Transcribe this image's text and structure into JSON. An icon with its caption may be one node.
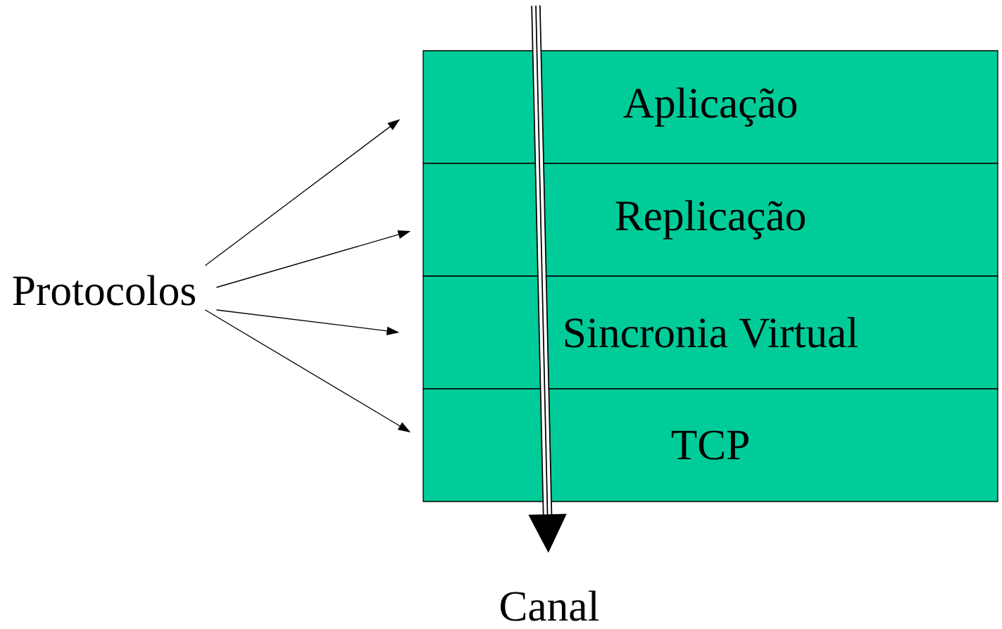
{
  "diagram": {
    "nodes": [
      {
        "text": [
          "Protocolos"
        ]
      },
      {
        "text": [
          "Aplicação"
        ]
      },
      {
        "text": [
          "Replicação"
        ]
      },
      {
        "text": [
          "Sincronia Virtual"
        ]
      },
      {
        "text": [
          "TCP"
        ]
      },
      {
        "text": [
          "Canal"
        ]
      }
    ],
    "edges": [
      {
        "from": 0,
        "to": 1,
        "arrow": "to"
      },
      {
        "from": 0,
        "to": 2,
        "arrow": "to"
      },
      {
        "from": 0,
        "to": 3,
        "arrow": "to"
      },
      {
        "from": 0,
        "to": 4,
        "arrow": "to"
      },
      {
        "from": null,
        "to": 5,
        "arrow": "to",
        "style": "thick"
      }
    ]
  }
}
